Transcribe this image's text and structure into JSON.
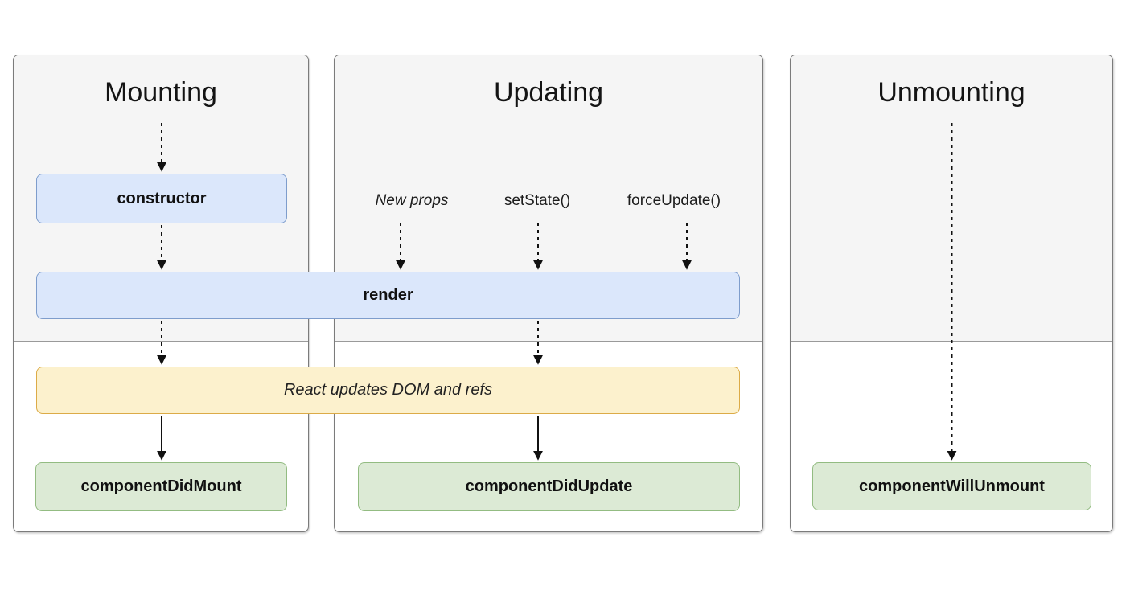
{
  "diagram": {
    "columns": [
      {
        "title": "Mounting"
      },
      {
        "title": "Updating"
      },
      {
        "title": "Unmounting"
      }
    ],
    "triggers": [
      {
        "label": "New props"
      },
      {
        "label": "setState()"
      },
      {
        "label": "forceUpdate()"
      }
    ],
    "boxes": {
      "constructor": "constructor",
      "render": "render",
      "react_updates": "React updates DOM and refs",
      "component_did_mount": "componentDidMount",
      "component_did_update": "componentDidUpdate",
      "component_will_unmount": "componentWillUnmount"
    },
    "colors": {
      "method_fill": "#dbe7fb",
      "method_border": "#7e9dcc",
      "side_effect_fill": "#fcf1cd",
      "side_effect_border": "#dcab47",
      "commit_method_fill": "#dcead5",
      "commit_method_border": "#93bc82",
      "panel_fill": "#f5f5f5",
      "panel_border": "#7b7b7b",
      "arrow": "#111111"
    }
  }
}
